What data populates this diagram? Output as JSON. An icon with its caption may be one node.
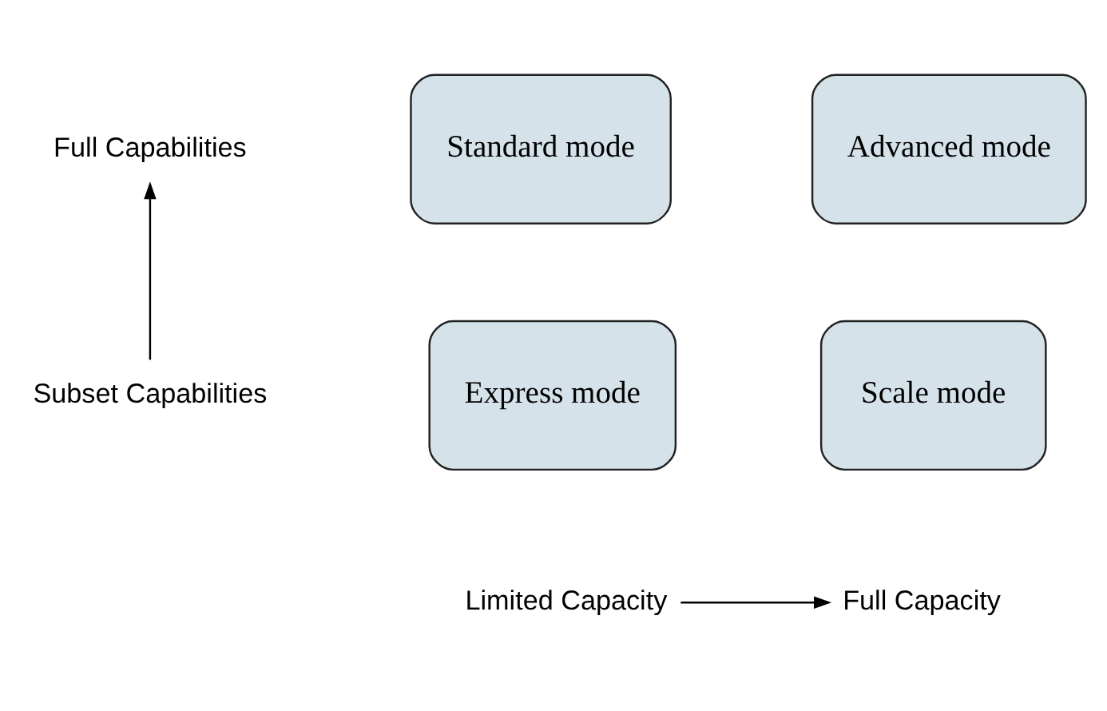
{
  "diagram": {
    "nodes": [
      {
        "text": [
          "Full Capabilities"
        ]
      },
      {
        "text": [
          "Standard mode"
        ]
      },
      {
        "text": [
          "Advanced mode"
        ]
      },
      {
        "text": [
          "Express mode"
        ]
      },
      {
        "text": [
          "Scale mode"
        ]
      },
      {
        "text": [
          "Subset Capabilities"
        ]
      },
      {
        "text": [
          "Limited Capacity"
        ]
      },
      {
        "text": [
          "Full Capacity"
        ]
      }
    ],
    "edges": [
      {
        "from": 5,
        "to": 0,
        "arrow": "to"
      },
      {
        "from": 6,
        "to": 7,
        "arrow": "to"
      }
    ]
  }
}
